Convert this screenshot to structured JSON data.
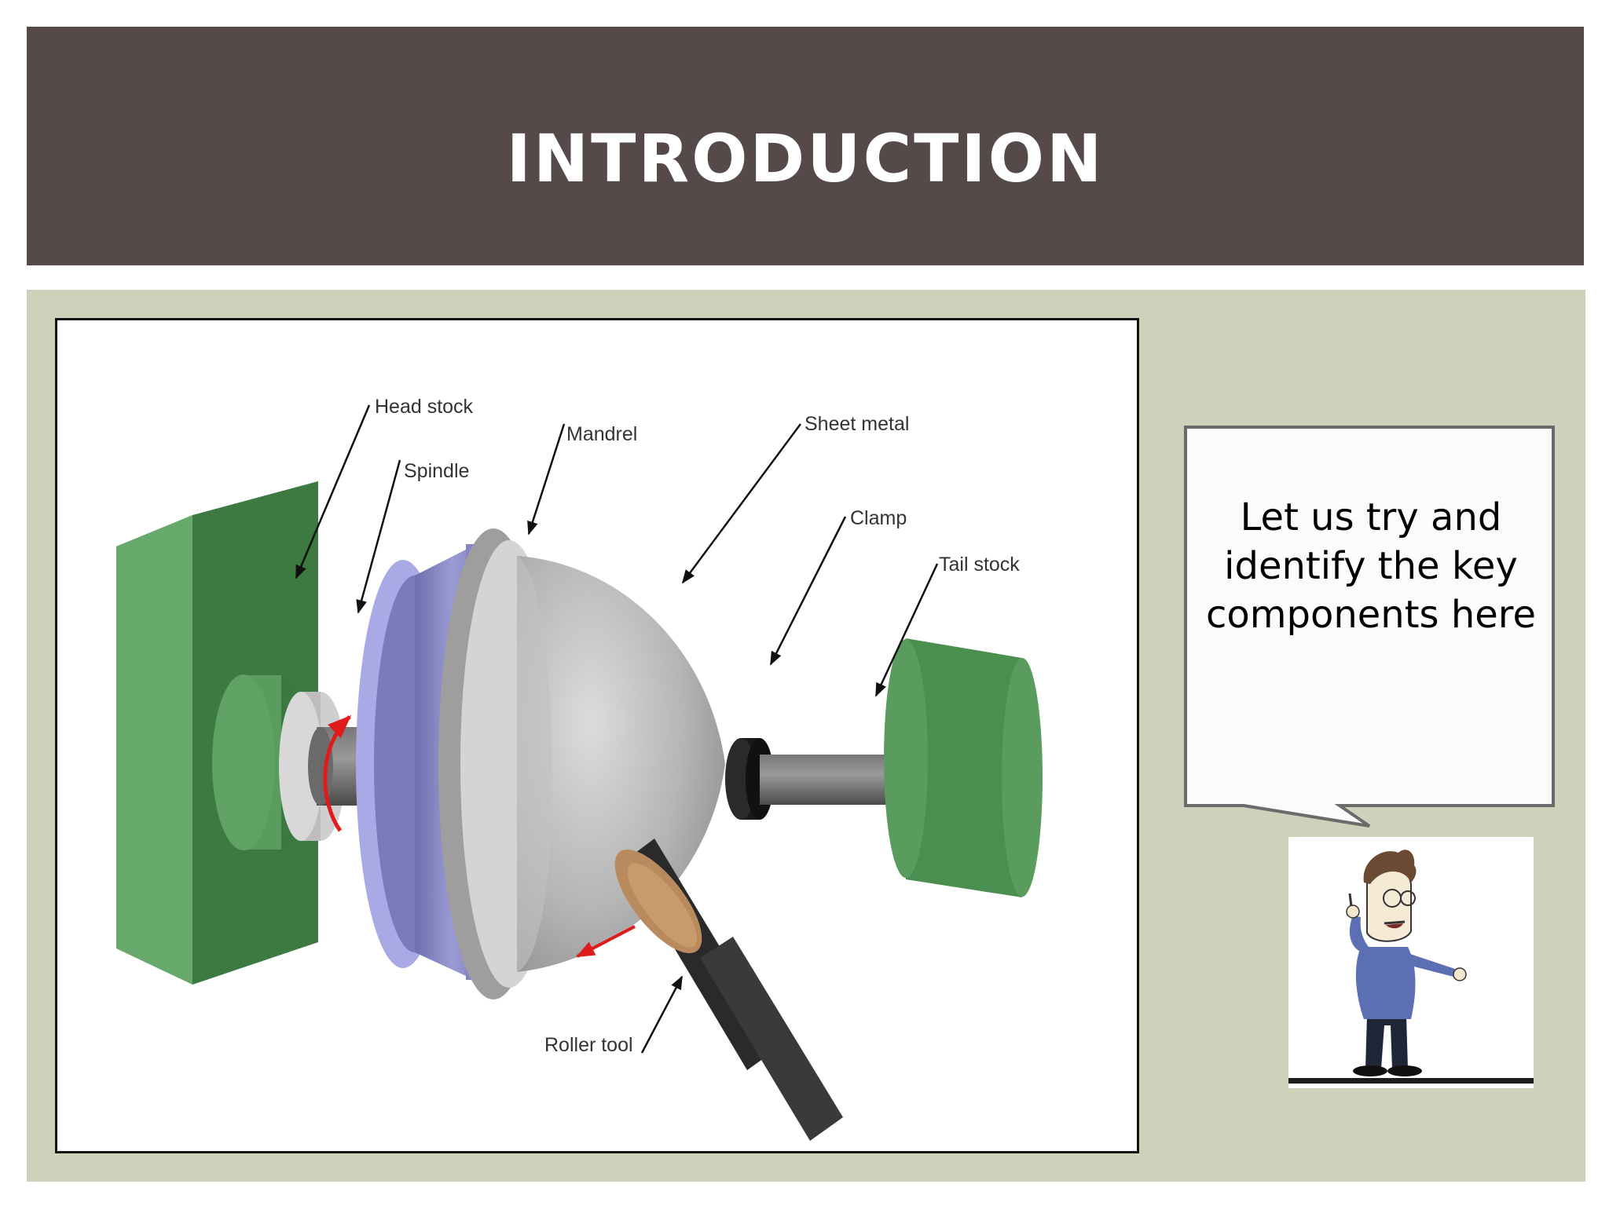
{
  "slide": {
    "title": "INTRODUCTION"
  },
  "diagram": {
    "labels": {
      "head_stock": "Head stock",
      "spindle": "Spindle",
      "mandrel": "Mandrel",
      "sheet_metal": "Sheet metal",
      "clamp": "Clamp",
      "tail_stock": "Tail stock",
      "roller_tool": "Roller tool"
    }
  },
  "callout": {
    "text": "Let us try and identify the key components here"
  },
  "colors": {
    "header_bg": "#55494a",
    "panel_bg": "#cfd1bb",
    "machine_green": "#5a9c5e",
    "mandrel_purple": "#8a8ac4",
    "sheet_metal_gray": "#b9b9b9",
    "rotation_arrow_red": "#e01b1b"
  }
}
